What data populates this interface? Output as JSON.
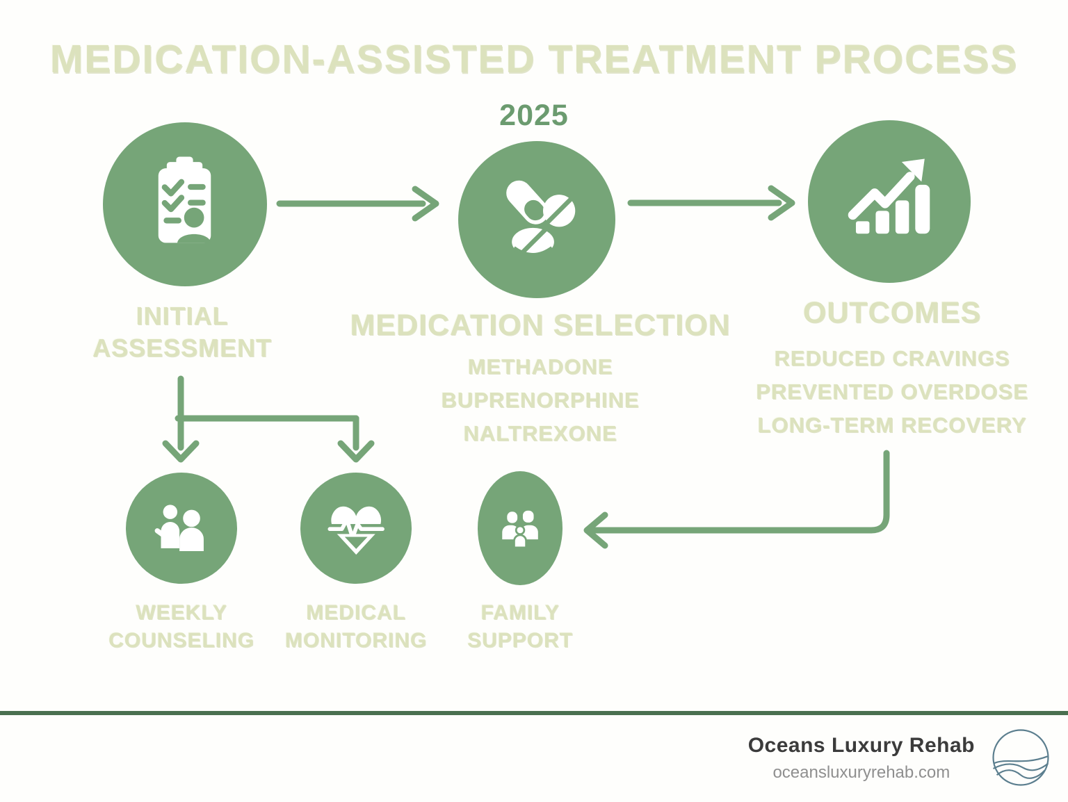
{
  "title": "MEDICATION-ASSISTED TREATMENT PROCESS",
  "year": "2025",
  "flow": {
    "initial_assessment": {
      "line1": "INITIAL",
      "line2": "ASSESSMENT",
      "icon": "clipboard-checklist-icon"
    },
    "medication_selection": {
      "title": "MEDICATION SELECTION",
      "medications": [
        "METHADONE",
        "BUPRENORPHINE",
        "NALTREXONE"
      ],
      "icon": "pills-icon"
    },
    "outcomes": {
      "title": "OUTCOMES",
      "results": [
        "REDUCED CRAVINGS",
        "PREVENTED OVERDOSE",
        "LONG-TERM RECOVERY"
      ],
      "icon": "growth-chart-icon"
    },
    "weekly_counseling": {
      "line1": "WEEKLY",
      "line2": "COUNSELING",
      "icon": "counseling-people-icon"
    },
    "medical_monitoring": {
      "line1": "MEDICAL",
      "line2": "MONITORING",
      "icon": "heart-pulse-icon"
    },
    "family_support": {
      "line1": "FAMILY",
      "line2": "SUPPORT",
      "icon": "family-icon"
    }
  },
  "footer": {
    "brand": "Oceans Luxury Rehab",
    "website": "oceansluxuryrehab.com",
    "logo": "ocean-waves-logo"
  },
  "colors": {
    "node_green": "#76a578",
    "year_green": "#6b9b6f",
    "pale_text": "#dce2bd",
    "divider_green": "#4a7050",
    "brand_text": "#3b3b3b",
    "website_text": "#8f8f8f",
    "logo_stroke": "#5b7e8e"
  }
}
